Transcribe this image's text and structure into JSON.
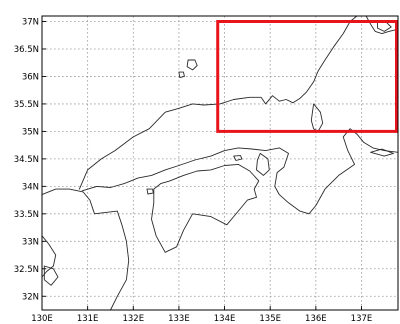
{
  "map": {
    "lon_range": [
      130,
      137.8
    ],
    "lat_range": [
      31.75,
      37.1
    ],
    "grid": true,
    "lon_ticks": [
      {
        "value": 130,
        "label": "130E"
      },
      {
        "value": 131,
        "label": "131E"
      },
      {
        "value": 132,
        "label": "132E"
      },
      {
        "value": 133,
        "label": "133E"
      },
      {
        "value": 134,
        "label": "134E"
      },
      {
        "value": 135,
        "label": "135E"
      },
      {
        "value": 136,
        "label": "136E"
      },
      {
        "value": 137,
        "label": "137E"
      }
    ],
    "lat_ticks": [
      {
        "value": 37.0,
        "label": "37N"
      },
      {
        "value": 36.5,
        "label": "36.5N"
      },
      {
        "value": 36.0,
        "label": "36N"
      },
      {
        "value": 35.5,
        "label": "35.5N"
      },
      {
        "value": 35.0,
        "label": "35N"
      },
      {
        "value": 34.5,
        "label": "34.5N"
      },
      {
        "value": 34.0,
        "label": "34N"
      },
      {
        "value": 33.5,
        "label": "33.5N"
      },
      {
        "value": 33.0,
        "label": "33N"
      },
      {
        "value": 32.5,
        "label": "32.5N"
      },
      {
        "value": 32.0,
        "label": "32N"
      }
    ],
    "highlight_region": {
      "lon_min": 133.85,
      "lon_max": 137.8,
      "lat_min": 35.0,
      "lat_max": 37.0,
      "color": "#e8141c"
    },
    "colors": {
      "coastline": "#2a2a2a",
      "grid": "#9a9a9a",
      "frame": "#000000"
    }
  }
}
